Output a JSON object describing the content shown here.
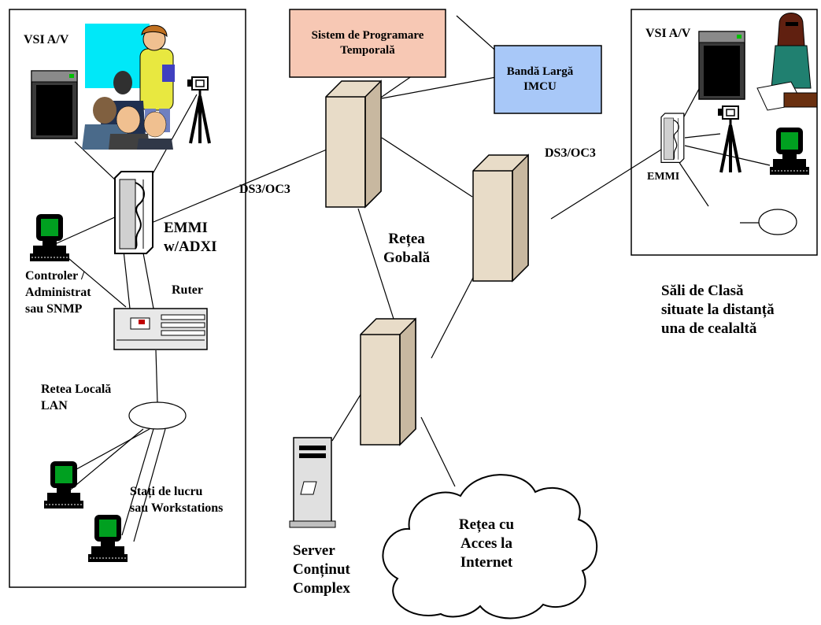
{
  "left_site": {
    "vsi_label": "VSI A/V",
    "emmi_label": "EMMI\nw/ADXI",
    "ds3_label": "DS3/OC3",
    "controller_label": "Controler /\nAdministrat\nsau SNMP",
    "router_label": "Ruter",
    "lan_label": "Retea Locală\nLAN",
    "workstations_label": "Stați de lucru\nsau Workstations"
  },
  "center": {
    "scheduler_label": "Sistem de Programare\nTemporală",
    "imcu_label": "Bandă Largă\nIMCU",
    "global_net_label": "Rețea\nGobală",
    "server_label": "Server\nConținut\nComplex",
    "internet_label": "Rețea cu\nAcces la\nInternet"
  },
  "right_site": {
    "vsi_label": "VSI A/V",
    "ds3_label": "DS3/OC3",
    "emmi_label": "EMMI",
    "classrooms_label": "Săli de Clasă\nsituate la distanță\nuna de cealaltă"
  },
  "colors": {
    "scheduler_fill": "#f7c8b4",
    "imcu_fill": "#a8c8f8",
    "projector_screen": "#00e8f8",
    "tower_body": "#e8dcc8",
    "monitor_screen": "#00a020"
  }
}
